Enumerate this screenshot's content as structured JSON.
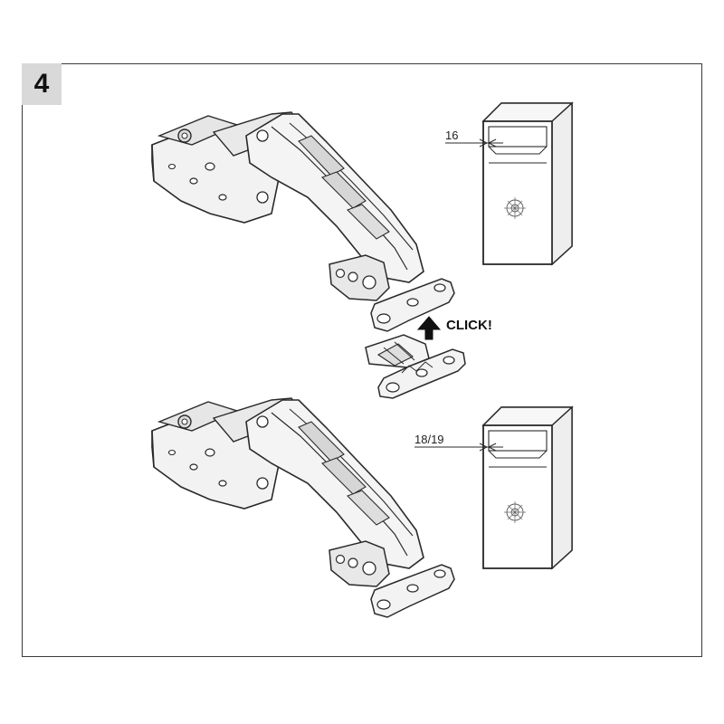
{
  "step": {
    "number": "4"
  },
  "labels": {
    "top_thickness": "16",
    "bottom_thickness": "18/19",
    "click": "CLICK!"
  },
  "colors": {
    "hinge_fill": "#f2f2f2",
    "hinge_shade": "#d6d6d6",
    "outline": "#2a2a2a",
    "step_box": "#d9d9d9"
  },
  "icons": [
    "hinge-illustration",
    "cabinet-illustration",
    "arrow-up-icon",
    "mounting-plate",
    "rosette-icon"
  ]
}
